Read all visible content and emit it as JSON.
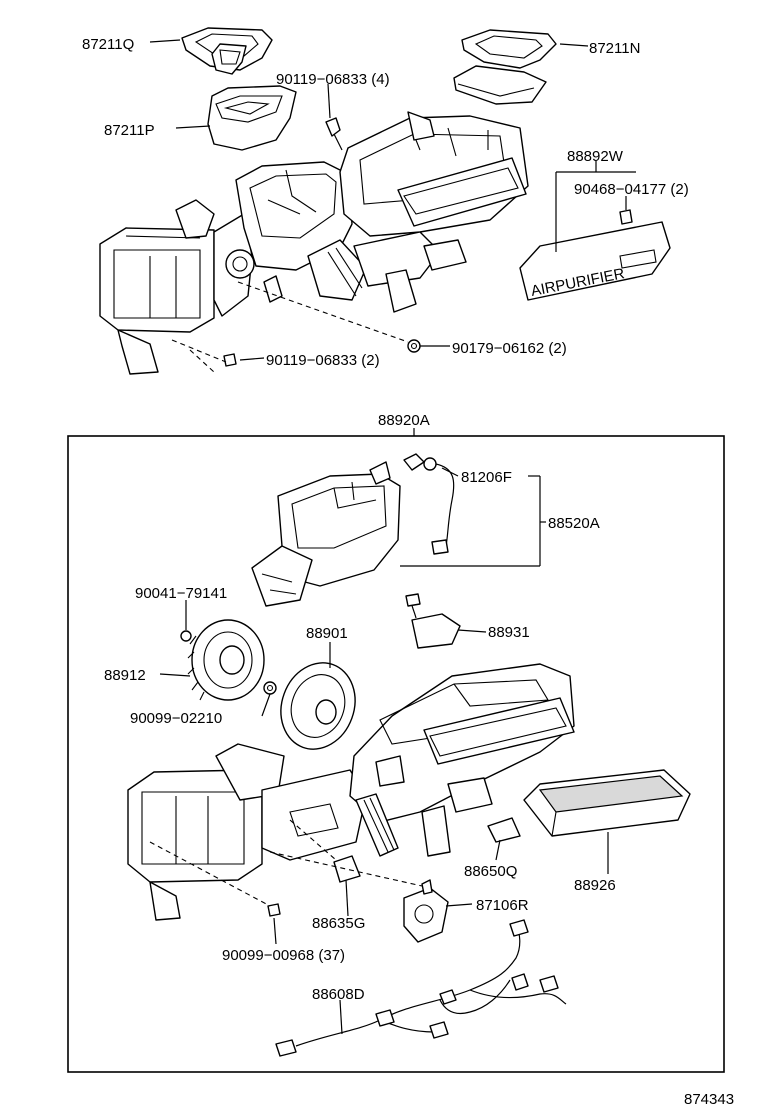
{
  "labels": {
    "p87211Q": "87211Q",
    "p87211N": "87211N",
    "p87211P": "87211P",
    "p90119_4": "90119−06833 (4)",
    "p88892W": "88892W",
    "p90468": "90468−04177 (2)",
    "p90119_2": "90119−06833 (2)",
    "p90179": "90179−06162 (2)",
    "p88920A": "88920A",
    "p81206F": "81206F",
    "p88520A": "88520A",
    "p90041": "90041−79141",
    "p88931": "88931",
    "p88901": "88901",
    "p88912": "88912",
    "p90099_0221": "90099−02210",
    "p88650Q": "88650Q",
    "p88926": "88926",
    "p87106R": "87106R",
    "p88635G": "88635G",
    "p90099_0096": "90099−00968 (37)",
    "p88608D": "88608D",
    "diagram_id": "874343"
  },
  "filter_text": "AIRPURIFIER"
}
